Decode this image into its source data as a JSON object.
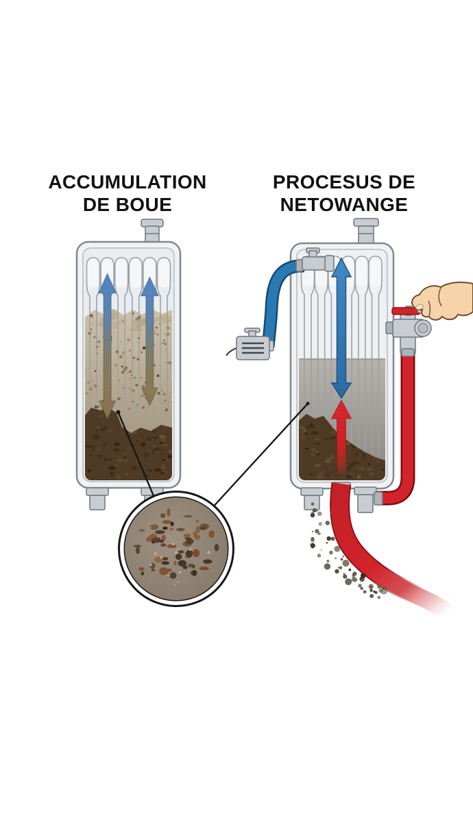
{
  "titles": {
    "left_line1": "ACCUMULATION",
    "left_line2": "DE BOUE",
    "right_line1": "PROCESUS DE",
    "right_line2": "NETOWANGE"
  },
  "palette": {
    "ink": "#111111",
    "metal": "#c9cdd1",
    "metal_dark": "#6e757c",
    "radiator_fill": "#f0f2f4",
    "radiator_outline": "#80878f",
    "inner_line": "#b3b9bf",
    "tube_line": "#9aa1a8",
    "clean_left": "#e9edef",
    "clean_right": "#eef0f2",
    "blue_arrow": "#3b7fc0",
    "blue_arrow_dark": "#1d5181",
    "blue_hose": "#2a7ab2",
    "blue_hose_dark": "#16486e",
    "red": "#d2232a",
    "red_dark": "#8c1318",
    "red_deep": "#7a0d12",
    "skin": "#f6d3a8",
    "skin_line": "#6b4a2c",
    "sludge": "#4f3a25",
    "sludge_dark": "#3a2a18",
    "mag_bg": "#97897a"
  },
  "palette_speckles": {
    "left_murk": [
      "#6d5a3c",
      "#857049",
      "#4d3d28",
      "#93795a"
    ],
    "sludge": [
      "#3a2a18",
      "#5e4529",
      "#2e2112",
      "#6b5233"
    ],
    "debris": [
      "#3a2b1a",
      "#2c2113",
      "#554029",
      "#6b4f30",
      "#7c4a28",
      "#8a5a33",
      "#463622"
    ],
    "spray": [
      "#3e3a2b",
      "#59543f",
      "#2f2b1f",
      "#6b6450",
      "#4c4f3a"
    ]
  }
}
